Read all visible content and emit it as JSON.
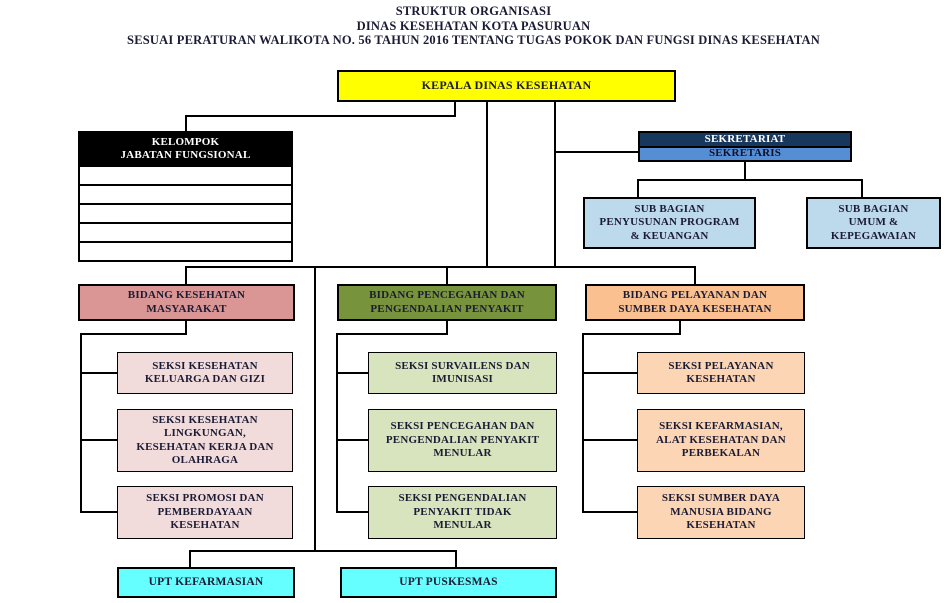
{
  "title": {
    "line1": "STRUKTUR ORGANISASI",
    "line2": "DINAS KESEHATAN KOTA PASURUAN",
    "line3": "SESUAI PERATURAN WALIKOTA NO. 56 TAHUN 2016  TENTANG TUGAS POKOK DAN FUNGSI DINAS KESEHATAN"
  },
  "org": {
    "kepala": {
      "label": "KEPALA DINAS KESEHATAN",
      "color": "#FFFF00"
    },
    "kelompok": {
      "label": "KELOMPOK\nJABATAN FUNGSIONAL",
      "color": "#000000",
      "empty_rows": 5
    },
    "sekretariat": {
      "label": "SEKRETARIAT",
      "color": "#17375D"
    },
    "sekretaris": {
      "label": "SEKRETARIS",
      "color": "#558ED5"
    },
    "sub_bagian": [
      {
        "label": "SUB BAGIAN\nPENYUSUNAN PROGRAM\n& KEUANGAN",
        "color": "#BDD9EC"
      },
      {
        "label": "SUB BAGIAN\nUMUM &\nKEPEGAWAIAN",
        "color": "#BDD9EC"
      }
    ],
    "bidang": [
      {
        "label": "BIDANG KESEHATAN\nMASYARAKAT",
        "color": "#D99694",
        "seksi_color": "#F2DCDB",
        "seksi": [
          "SEKSI KESEHATAN\nKELUARGA DAN GIZI",
          "SEKSI KESEHATAN\nLINGKUNGAN,\nKESEHATAN KERJA DAN\nOLAHRAGA",
          "SEKSI PROMOSI DAN\nPEMBERDAYAAN\nKESEHATAN"
        ]
      },
      {
        "label": "BIDANG PENCEGAHAN DAN\nPENGENDALIAN PENYAKIT",
        "color": "#77933C",
        "seksi_color": "#D7E4BD",
        "seksi": [
          "SEKSI SURVAILENS DAN\nIMUNISASI",
          "SEKSI PENCEGAHAN DAN\nPENGENDALIAN PENYAKIT\nMENULAR",
          "SEKSI PENGENDALIAN\nPENYAKIT TIDAK\nMENULAR"
        ]
      },
      {
        "label": "BIDANG PELAYANAN DAN\nSUMBER DAYA KESEHATAN",
        "color": "#FAC090",
        "seksi_color": "#FBD5B4",
        "seksi": [
          "SEKSI PELAYANAN\nKESEHATAN",
          "SEKSI KEFARMASIAN,\nALAT KESEHATAN DAN\nPERBEKALAN",
          "SEKSI SUMBER DAYA\nMANUSIA BIDANG\nKESEHATAN"
        ]
      }
    ],
    "upt": [
      {
        "label": "UPT KEFARMASIAN",
        "color": "#66FFFF"
      },
      {
        "label": "UPT PUSKESMAS",
        "color": "#66FFFF"
      }
    ]
  }
}
